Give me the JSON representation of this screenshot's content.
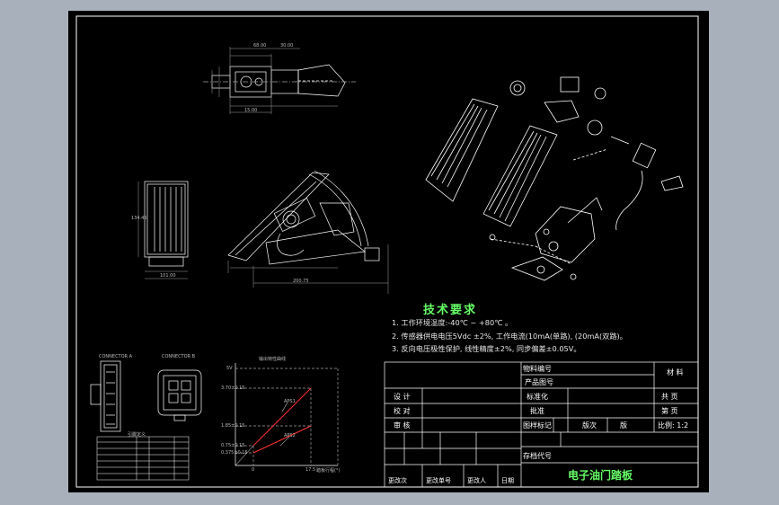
{
  "drawing": {
    "tech_requirements": {
      "title": "技术要求",
      "items": [
        "1. 工作环境温度:-40℃ ~ +80℃ 。",
        "2. 传感器供电电压5Vdc ±2%, 工作电流(10mA(单路), (20mA(双路)。",
        "3. 反向电压极性保护, 线性精度±2%, 同步偏差±0.05V。"
      ]
    },
    "title_block": {
      "material_no": "物料编号",
      "material": "材 料",
      "product_no": "产品图号",
      "design": "设 计",
      "standardize": "标准化",
      "total_sheets": "共 页",
      "proofread": "校 对",
      "approve": "批准",
      "sheet_no": "第 页",
      "review": "审 核",
      "drawing_mark": "图样标记",
      "edition": "版次",
      "edition_suffix": "版",
      "scale": "比例: 1:2",
      "archive_no": "存档代号",
      "change_times": "更改次",
      "change_doc": "更改单号",
      "changer": "更改人",
      "date": "日期",
      "drawing_name": "电子油门踏板"
    },
    "graph": {
      "title": "输出特性曲线",
      "x_label": "踏板行程(°)",
      "y_ticks": [
        "5V",
        "3.70±0.15",
        "1.85±0.15",
        "0.75±0.15",
        "0.375±0.15"
      ],
      "x_ticks": [
        "0",
        "17.5"
      ],
      "curve_labels": [
        "APS1",
        "APS2"
      ]
    },
    "connector_labels": [
      "CONNECTOR A",
      "CONNECTOR B"
    ],
    "pin_table_title": "引脚定义",
    "dims": {
      "side_length": "200.75",
      "base_width": "101.00",
      "front_height": "134.45",
      "top_dim_a": "68.00",
      "top_dim_b": "30.00",
      "top_dim_c": "15.00"
    },
    "colors": {
      "background": "#000000",
      "line": "#ffffff",
      "dimension": "#a0a0a0",
      "title": "#66ff66",
      "curve": "#ff3333",
      "frame_outer": "#a8b0bb"
    }
  }
}
